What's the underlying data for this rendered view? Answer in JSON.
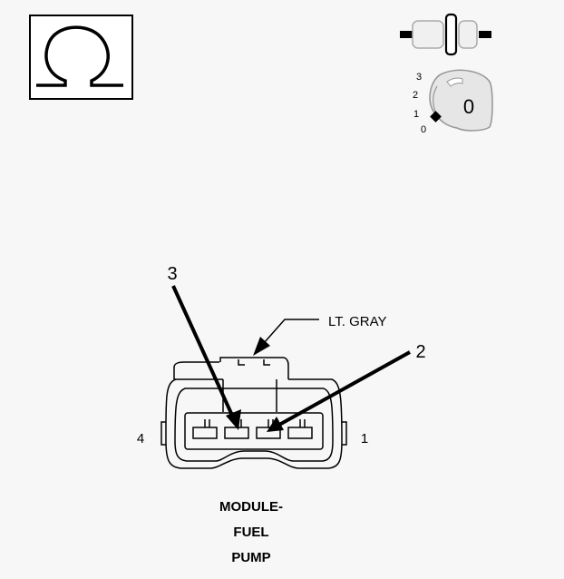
{
  "ohm_symbol": {
    "glyph": "Ω",
    "icon": "ohm-icon"
  },
  "switch_indicators": {
    "connector_icon": "disconnected-connector-icon",
    "ignition_icon": "ignition-key-icon",
    "ignition_positions": [
      "3",
      "2",
      "1",
      "0"
    ],
    "key_position": "0"
  },
  "connector": {
    "color_label": "LT. GRAY",
    "pin_labels": {
      "left": "4",
      "right": "1"
    },
    "callouts": [
      "3",
      "2"
    ],
    "title_lines": [
      "MODULE-",
      "FUEL",
      "PUMP"
    ]
  },
  "colors": {
    "background": "#f7f7f7",
    "line": "#000000",
    "key_fill": "#e6e6e6"
  }
}
